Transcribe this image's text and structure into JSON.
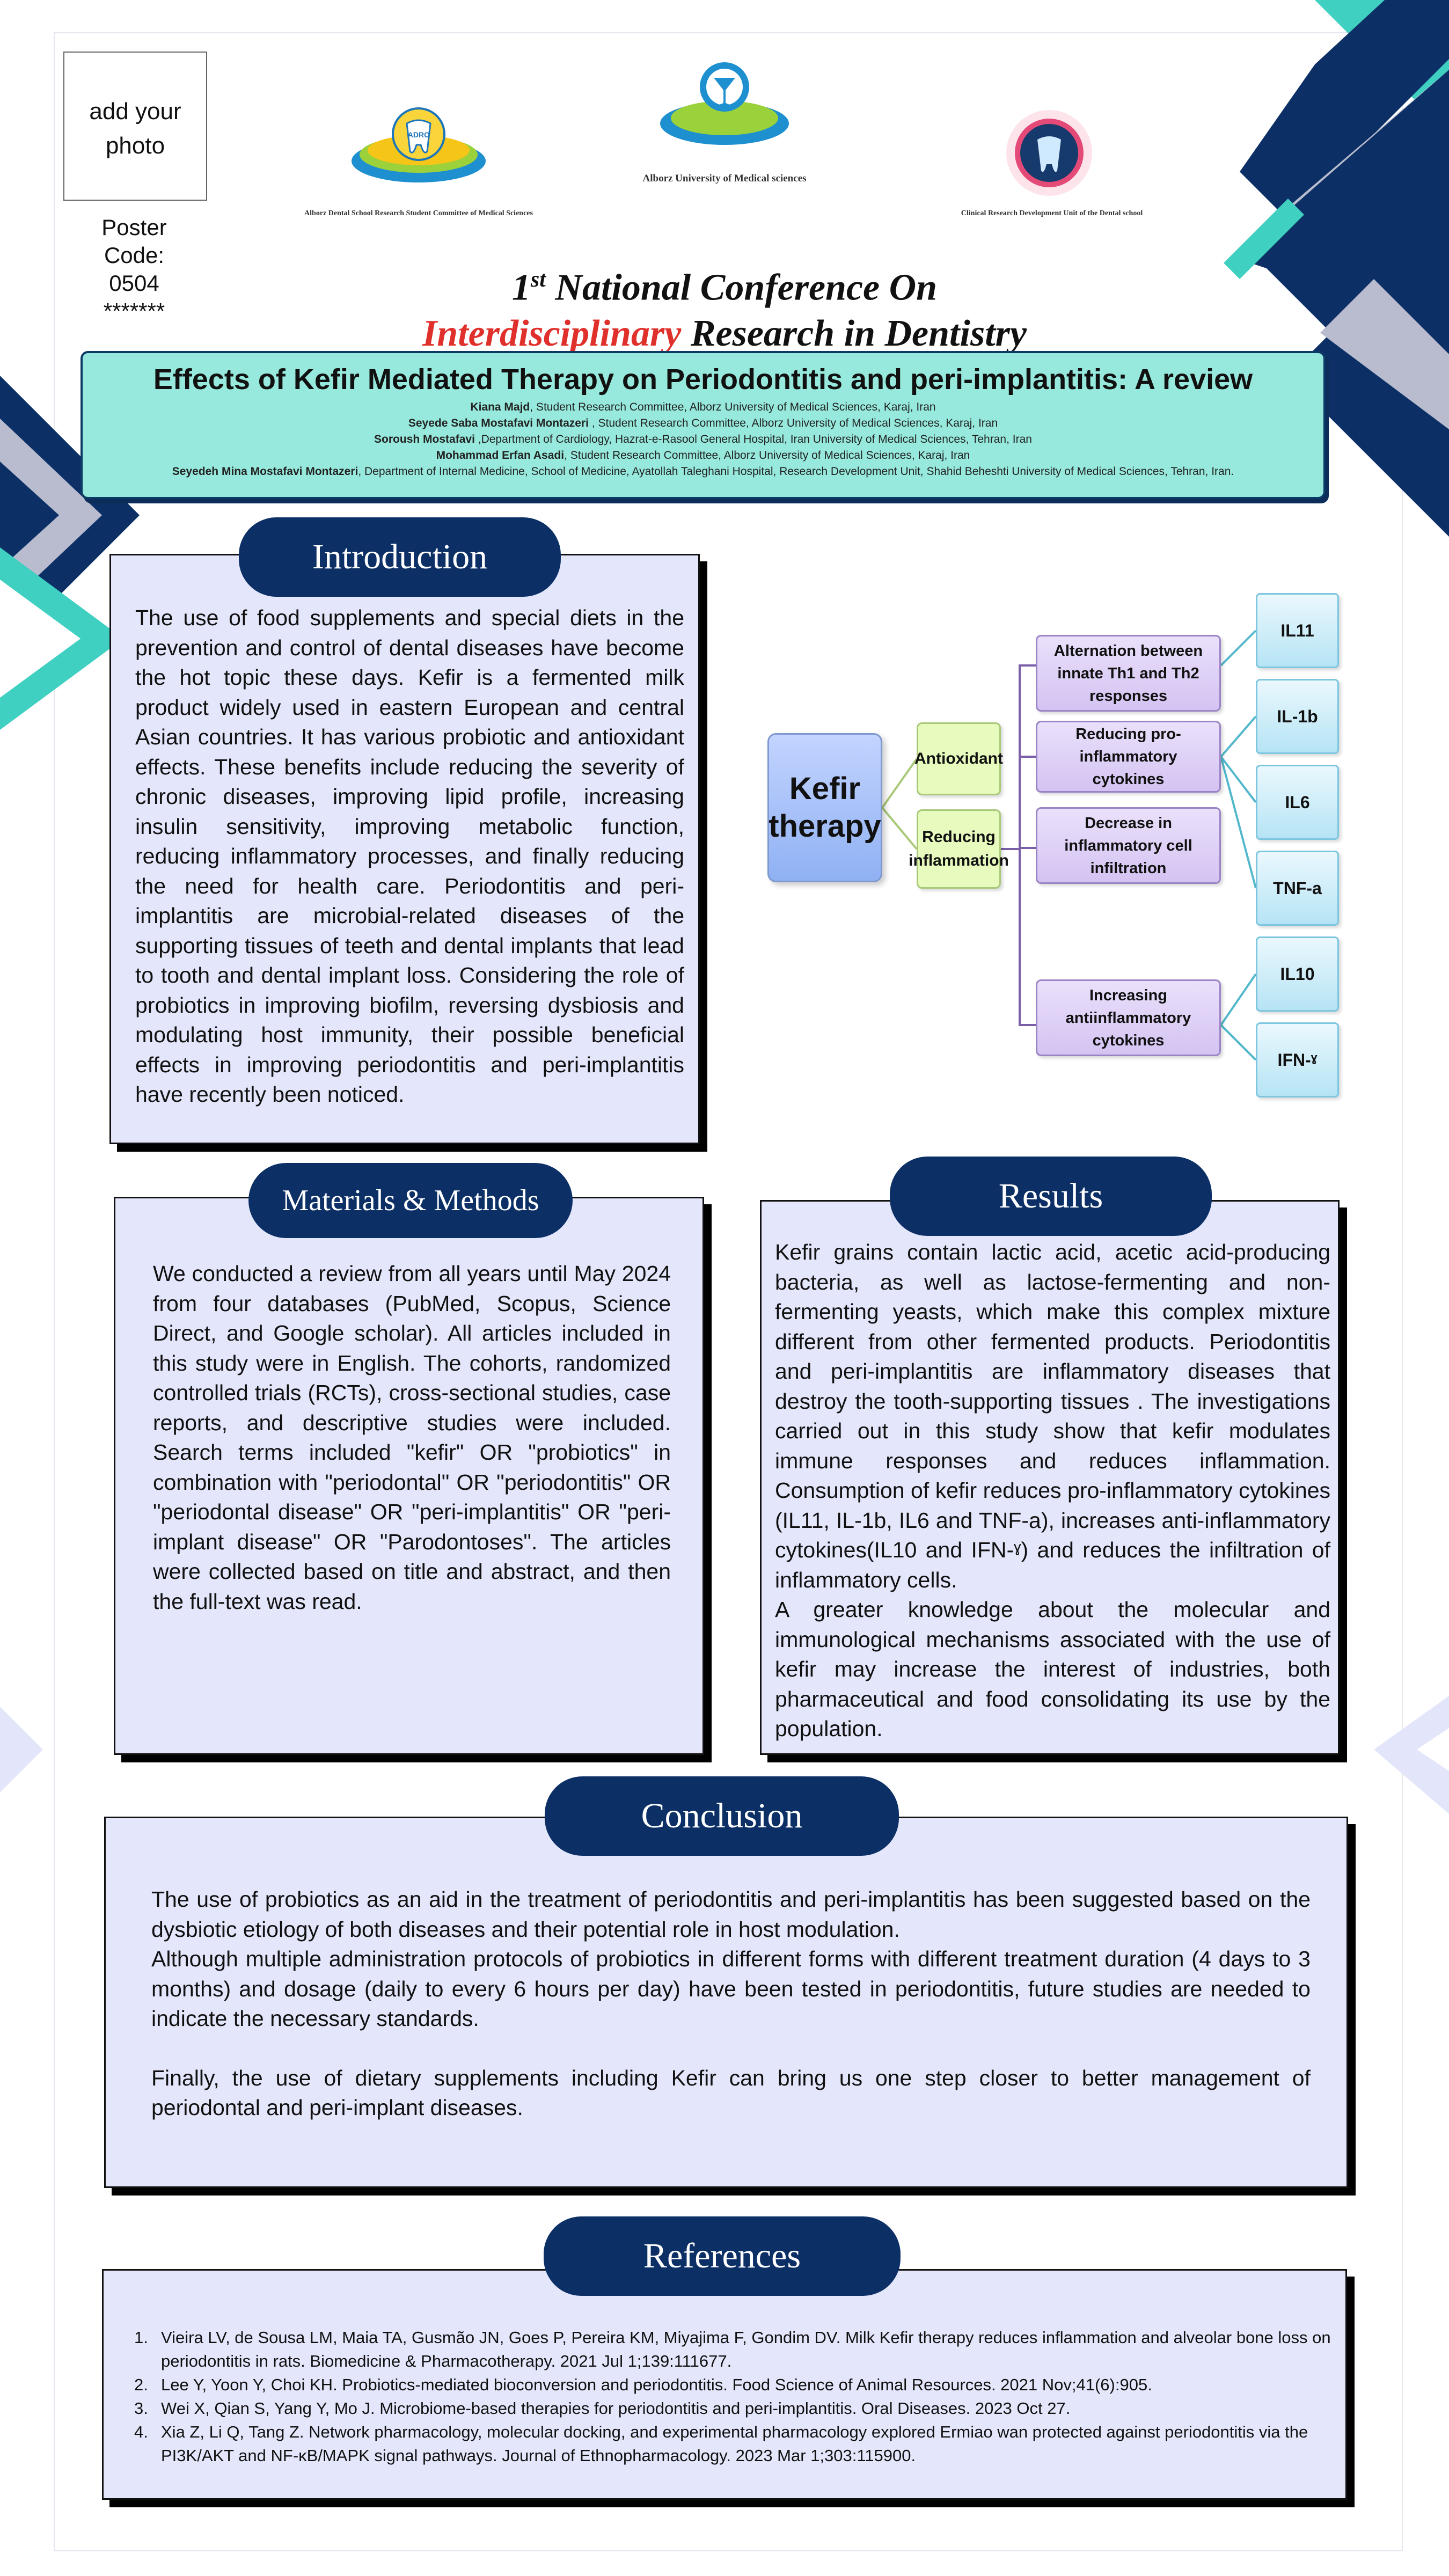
{
  "header": {
    "photo_placeholder": "add your photo",
    "poster_code_label": "Poster Code:",
    "poster_code_value": "0504",
    "poster_code_mask": "*******",
    "logo_left_caption": "Alborz Dental School Research Student Committee of Medical Sciences",
    "logo_left_badge": "ADRC",
    "logo_center_caption": "Alborz University of Medical sciences",
    "logo_right_caption": "Clinical Research Development Unit of the Dental school",
    "conference_line1_num": "1",
    "conference_line1_sup": "st",
    "conference_line1_rest": " National Conference On",
    "conference_line2_red": "Interdisciplinary",
    "conference_line2_rest": " Research in Dentistry"
  },
  "title_block": {
    "title": "Effects of Kefir Mediated Therapy on Periodontitis and peri-implantitis: A review",
    "authors": [
      {
        "name": "Kiana Majd",
        "affiliation": ", Student Research Committee, Alborz University of Medical Sciences, Karaj, Iran"
      },
      {
        "name": "Seyede Saba Mostafavi Montazeri",
        "affiliation": " , Student Research Committee, Alborz University of Medical Sciences, Karaj, Iran"
      },
      {
        "name": "Soroush Mostafavi",
        "affiliation": " ,Department of Cardiology, Hazrat-e-Rasool General Hospital, Iran University of Medical Sciences, Tehran, Iran"
      },
      {
        "name": "Mohammad Erfan Asadi",
        "affiliation": ", Student Research Committee, Alborz University of Medical Sciences, Karaj, Iran"
      },
      {
        "name": "Seyedeh Mina Mostafavi Montazeri",
        "affiliation": ", Department of Internal Medicine, School of Medicine, Ayatollah Taleghani Hospital, Research Development Unit, Shahid Beheshti University of Medical Sciences, Tehran, Iran."
      }
    ]
  },
  "introduction": {
    "heading": "Introduction",
    "text": "The use of food supplements and special diets in the prevention and control of dental diseases have become the hot topic these days. Kefir is a fermented milk product widely used in eastern European and central Asian countries. It has various probiotic and antioxidant effects. These benefits include reducing the severity of chronic diseases, improving lipid profile, increasing insulin sensitivity, improving metabolic function, reducing inflammatory processes, and finally reducing the need for health care. Periodontitis and peri-implantitis are microbial-related diseases of the supporting tissues of teeth and dental implants that lead to tooth and dental implant loss. Considering the role of probiotics in improving biofilm, reversing dysbiosis and modulating host immunity, their possible beneficial effects in improving periodontitis and peri-implantitis have recently been noticed."
  },
  "diagram": {
    "root": "Kefir therapy",
    "level1": [
      "Antioxidant",
      "Reducing inflammation"
    ],
    "level2": [
      "Alternation between innate Th1 and Th2 responses",
      "Reducing pro-inflammatory cytokines",
      "Decrease in inflammatory cell infiltration",
      "Increasing antiinflammatory cytokines"
    ],
    "level3": [
      "IL11",
      "IL-1b",
      "IL6",
      "TNF-a",
      "IL10",
      "IFN-ˠ"
    ]
  },
  "methods": {
    "heading": "Materials & Methods",
    "text": "We conducted a review from all years until May 2024 from four databases (PubMed, Scopus, Science Direct, and Google scholar). All articles included in this study were in English. The cohorts, randomized controlled trials (RCTs), cross-sectional studies, case reports, and descriptive studies were included. Search terms included \"kefir\" OR \"probiotics\" in combination with \"periodontal\" OR \"periodontitis\" OR \"periodontal disease\" OR \"peri-implantitis\" OR \"peri-implant disease\" OR \"Parodontoses\". The articles were collected based on title and abstract, and then the full-text was read."
  },
  "results": {
    "heading": "Results",
    "paragraph1": "Kefir grains contain lactic acid, acetic acid-producing bacteria, as well as lactose-fermenting and non-fermenting yeasts, which make this complex mixture different from other fermented products. Periodontitis and peri-implantitis are inflammatory diseases that destroy the tooth-supporting tissues . The investigations carried out in this study show that kefir modulates immune responses and reduces inflammation. Consumption of kefir reduces pro-inflammatory cytokines (IL11, IL-1b, IL6 and TNF-a), increases anti-inflammatory cytokines(IL10 and IFN-ˠ) and reduces the infiltration of inflammatory cells.",
    "paragraph2": " A greater knowledge about the molecular and immunological mechanisms associated with the use of kefir may increase the interest of industries, both pharmaceutical and food consolidating its use by the population."
  },
  "conclusion": {
    "heading": "Conclusion",
    "paragraph1": "The use of probiotics as an aid in the treatment of periodontitis and peri-implantitis has been suggested based on the dysbiotic etiology of both diseases and their potential role in host modulation.",
    "paragraph2": "Although multiple administration protocols of probiotics in different forms with different treatment duration (4 days to 3 months) and dosage (daily to every 6 hours per day) have been tested in periodontitis, future studies are needed to indicate the necessary standards.",
    "paragraph3": "Finally, the use of dietary supplements including Kefir can bring us one step closer to better  management of periodontal and peri-implant diseases."
  },
  "references": {
    "heading": "References",
    "items": [
      "Vieira LV, de Sousa LM, Maia TA, Gusmão JN, Goes P, Pereira KM, Miyajima F, Gondim DV. Milk Kefir therapy reduces inflammation and alveolar bone loss on periodontitis in rats. Biomedicine & Pharmacotherapy. 2021 Jul 1;139:111677.",
      "Lee Y, Yoon Y, Choi KH. Probiotics-mediated bioconversion and periodontitis. Food Science of Animal Resources. 2021 Nov;41(6):905.",
      "Wei X, Qian S, Yang Y, Mo J. Microbiome-based therapies for periodontitis and peri-implantitis. Oral Diseases. 2023 Oct 27.",
      "Xia Z, Li Q, Tang Z. Network pharmacology, molecular docking, and experimental pharmacology explored Ermiao wan protected against periodontitis via the PI3K/AKT and NF-κB/MAPK signal pathways. Journal of Ethnopharmacology. 2023 Mar 1;303:115900."
    ]
  },
  "colors": {
    "navy": "#0c3066",
    "teal": "#3fd0c2",
    "card_bg": "#e4e6fb",
    "title_bg": "#96e9dc",
    "accent_red": "#e0302c"
  }
}
